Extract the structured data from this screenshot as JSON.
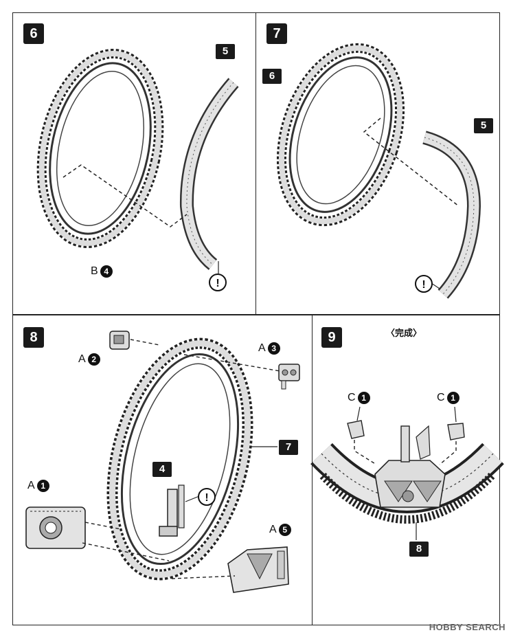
{
  "steps": {
    "s6": {
      "number": "6",
      "part_ring": "B",
      "part_ring_num": "4",
      "tag_5": "5",
      "warn": "!"
    },
    "s7": {
      "number": "7",
      "tag_6": "6",
      "tag_5": "5",
      "warn": "!"
    },
    "s8": {
      "number": "8",
      "tag_7": "7",
      "tag_4": "4",
      "warn": "!",
      "a2": {
        "letter": "A",
        "num": "2"
      },
      "a3": {
        "letter": "A",
        "num": "3"
      },
      "a1": {
        "letter": "A",
        "num": "1"
      },
      "a5": {
        "letter": "A",
        "num": "5"
      }
    },
    "s9": {
      "number": "9",
      "caption": "〈完成〉",
      "tag_8": "8",
      "c1_left": {
        "letter": "C",
        "num": "1"
      },
      "c1_right": {
        "letter": "C",
        "num": "1"
      }
    }
  },
  "watermark": "HOBBY SEARCH",
  "colors": {
    "ink": "#1a1a1a",
    "part_fill": "#d9d9d9",
    "part_dark": "#7a7a7a"
  }
}
